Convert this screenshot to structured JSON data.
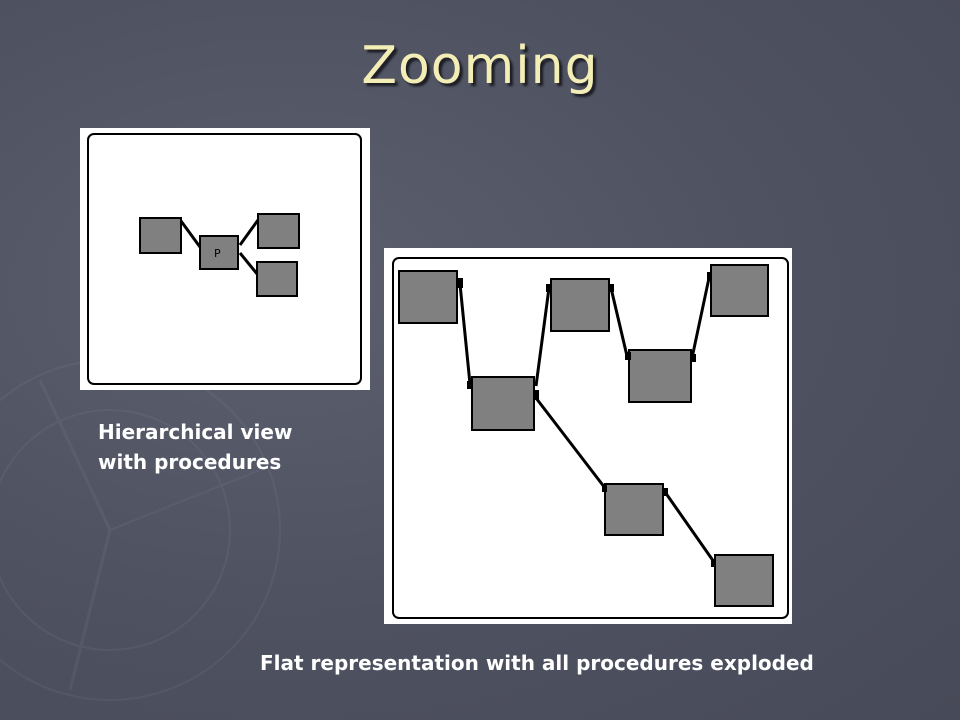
{
  "slide": {
    "title": "Zooming",
    "caption_left_line1": "Hierarchical view",
    "caption_left_line2": "with procedures",
    "caption_right": "Flat representation with all procedures exploded",
    "procedure_label": "P"
  },
  "colors": {
    "background": "#4e5160",
    "title": "#f3eeb6",
    "node_fill": "#808080",
    "panel": "#ffffff"
  }
}
